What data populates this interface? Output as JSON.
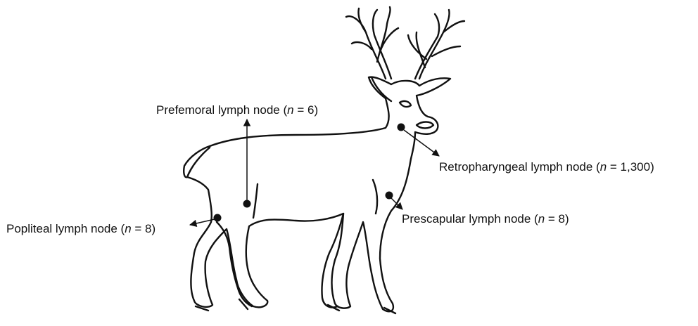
{
  "diagram": {
    "labels": {
      "prefemoral": {
        "name": "Prefemoral lymph node (",
        "n_var": "n",
        "n_rest": " = 6)"
      },
      "retropharyngeal": {
        "name": "Retropharyngeal lymph node (",
        "n_var": "n",
        "n_rest": " = 1,300)"
      },
      "prescapular": {
        "name": "Prescapular lymph node (",
        "n_var": "n",
        "n_rest": " = 8)"
      },
      "popliteal": {
        "name": "Popliteal lymph node (",
        "n_var": "n",
        "n_rest": " = 8)"
      }
    },
    "colors": {
      "ink": "#111111",
      "background": "#ffffff"
    }
  }
}
